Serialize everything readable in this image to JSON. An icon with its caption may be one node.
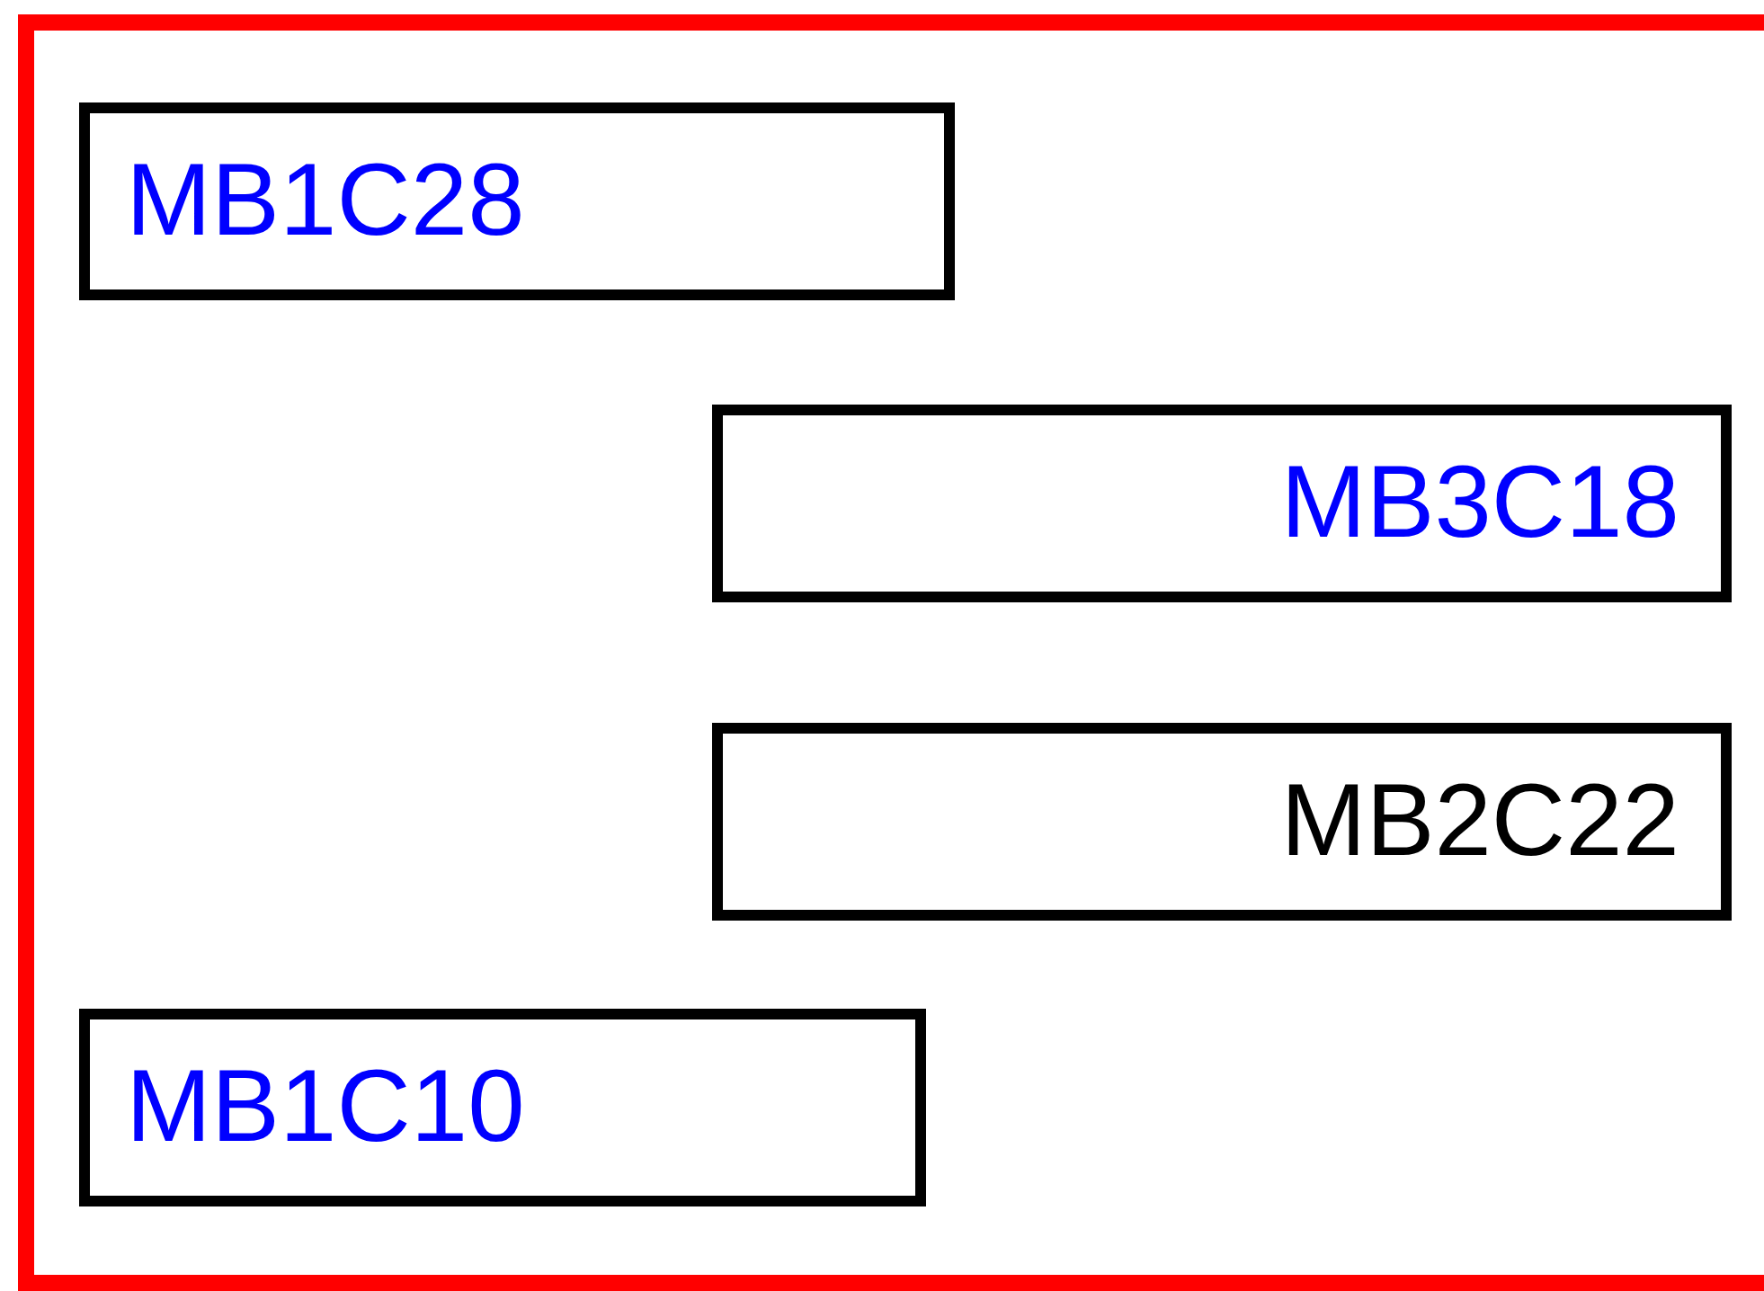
{
  "diagram": {
    "nodes": [
      {
        "text": [],
        "shape": "box"
      },
      {
        "text": [
          "MB1C28"
        ],
        "in": 0
      },
      {
        "text": [
          "MB3C18"
        ],
        "in": 0
      },
      {
        "text": [
          "MB2C22"
        ],
        "in": 0
      },
      {
        "text": [
          "MB1C10"
        ],
        "in": 0
      }
    ]
  }
}
